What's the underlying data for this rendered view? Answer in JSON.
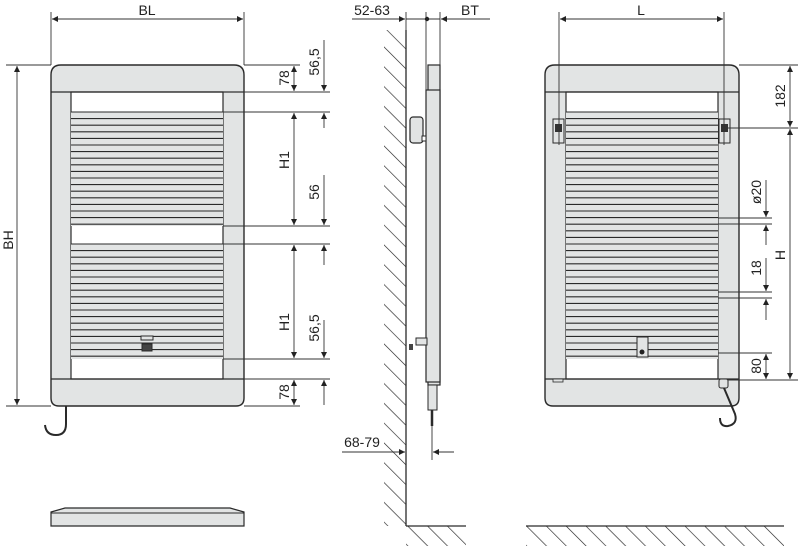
{
  "colors": {
    "line": "#2a2a2a",
    "fill": "#e2e4e4",
    "dim": "#333333",
    "background": "#ffffff"
  },
  "front_view": {
    "width_label": "BL",
    "height_label": "BH",
    "top_rail": "78",
    "top_gap": "56,5",
    "section_height_1": "H1",
    "middle_gap": "56",
    "section_height_2": "H1",
    "bottom_gap": "56,5",
    "bottom_rail": "78"
  },
  "side_view": {
    "wall_distance_top": "52-63",
    "depth_label": "BT",
    "wall_distance_bottom": "68-79"
  },
  "back_view": {
    "mount_spacing": "L",
    "top_to_mount": "182",
    "tube_diameter": "ø20",
    "tube_gap": "18",
    "mount_height": "H",
    "bottom_offset": "80"
  }
}
